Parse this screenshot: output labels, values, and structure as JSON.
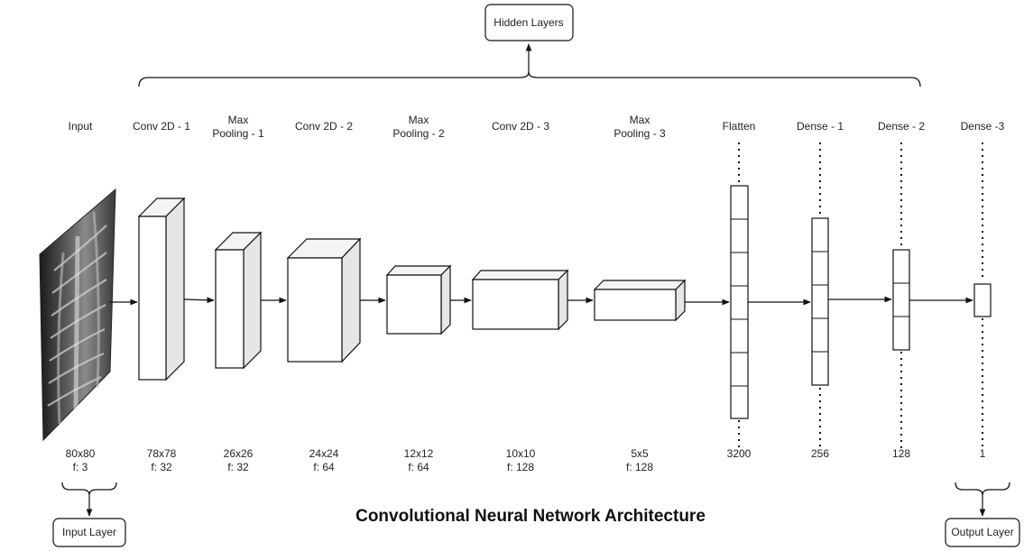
{
  "title": "Convolutional Neural Network Architecture",
  "hidden_layers_label": "Hidden Layers",
  "input_layer_label": "Input Layer",
  "output_layer_label": "Output Layer",
  "layers": [
    {
      "name": [
        "Input"
      ],
      "dims": [
        "80x80",
        "f: 3"
      ]
    },
    {
      "name": [
        "Conv 2D - 1"
      ],
      "dims": [
        "78x78",
        "f: 32"
      ]
    },
    {
      "name": [
        "Max",
        "Pooling - 1"
      ],
      "dims": [
        "26x26",
        "f: 32"
      ]
    },
    {
      "name": [
        "Conv 2D - 2"
      ],
      "dims": [
        "24x24",
        "f: 64"
      ]
    },
    {
      "name": [
        "Max",
        "Pooling - 2"
      ],
      "dims": [
        "12x12",
        "f: 64"
      ]
    },
    {
      "name": [
        "Conv 2D - 3"
      ],
      "dims": [
        "10x10",
        "f: 128"
      ]
    },
    {
      "name": [
        "Max",
        "Pooling - 3"
      ],
      "dims": [
        "5x5",
        "f: 128"
      ]
    },
    {
      "name": [
        "Flatten"
      ],
      "dims": [
        "3200"
      ]
    },
    {
      "name": [
        "Dense - 1"
      ],
      "dims": [
        "256"
      ]
    },
    {
      "name": [
        "Dense - 2"
      ],
      "dims": [
        "128"
      ]
    },
    {
      "name": [
        "Dense -3"
      ],
      "dims": [
        "1"
      ]
    }
  ]
}
